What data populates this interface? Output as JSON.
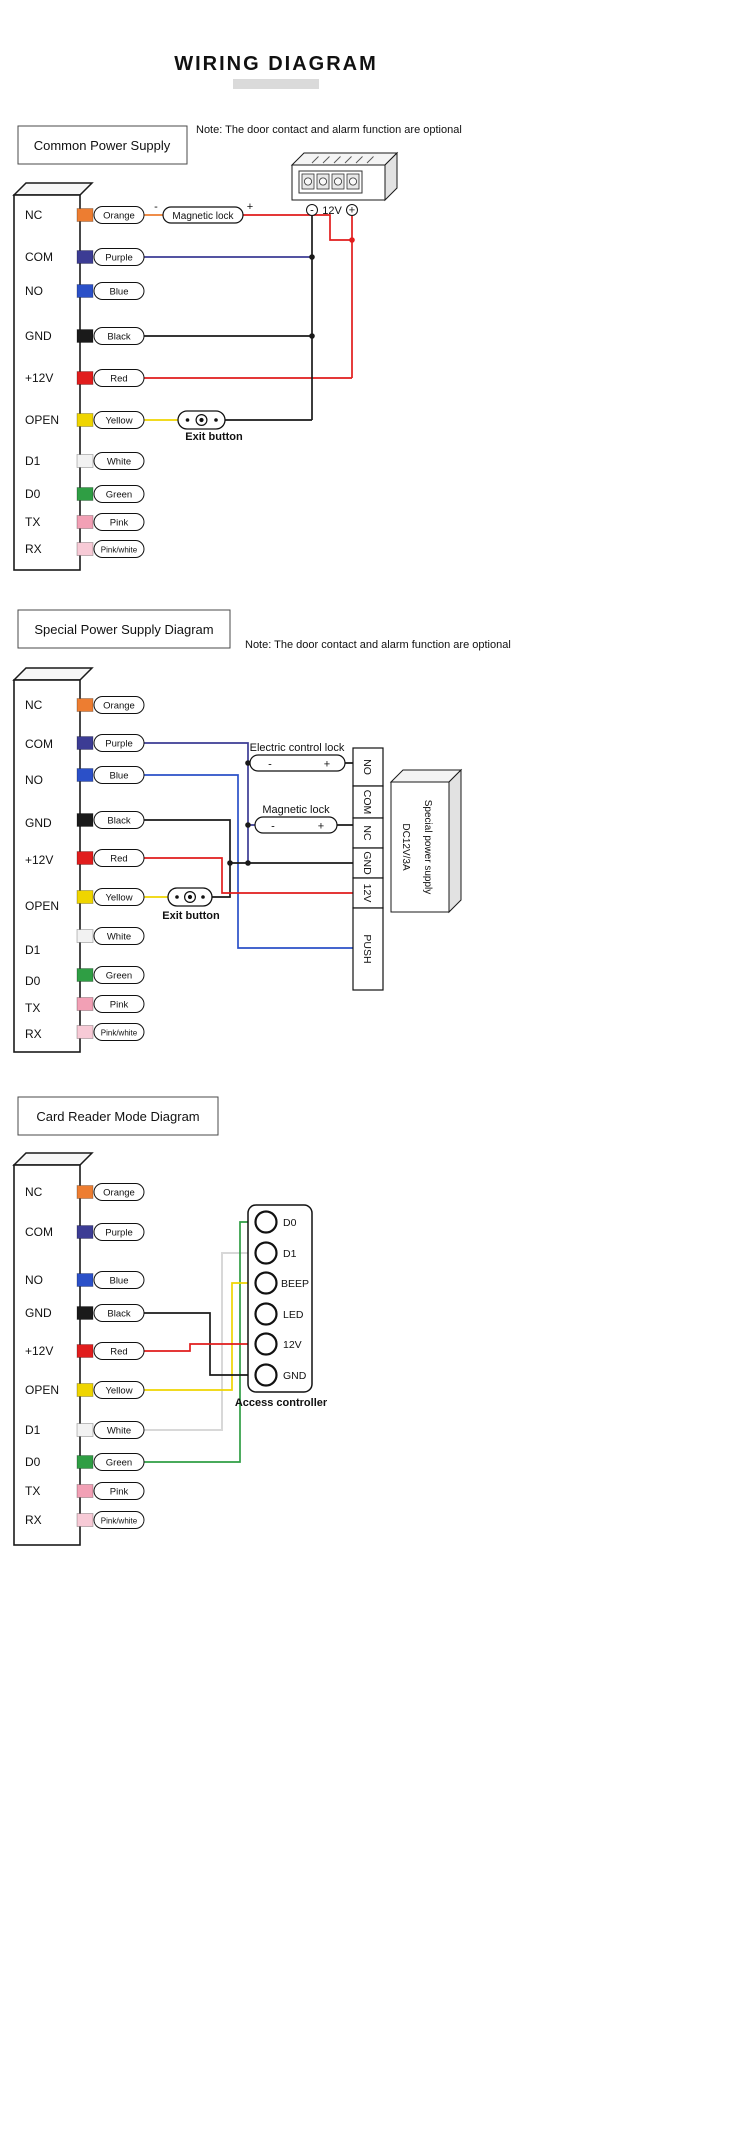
{
  "title": "WIRING DIAGRAM",
  "symbols": {
    "minus": "-",
    "plus": "+"
  },
  "colors": {
    "orange": "#ED7D31",
    "purple": "#3C3C94",
    "blue": "#2B50C8",
    "black": "#1A1A1A",
    "red": "#E11D1D",
    "yellow": "#EFD500",
    "white_swatch": "#F2F2F2",
    "wire_white": "#D8D8D8",
    "green": "#2F9E44",
    "pink": "#F2A0B5",
    "pink_white": "#F7CAD6",
    "underline_bar": "#DADADA"
  },
  "sections": [
    {
      "title": "Common Power Supply",
      "note": "Note: The door contact and alarm function are optional",
      "terminals": [
        {
          "label": "NC",
          "wire": "Orange",
          "color": "#ED7D31"
        },
        {
          "label": "COM",
          "wire": "Purple",
          "color": "#3C3C94"
        },
        {
          "label": "NO",
          "wire": "Blue",
          "color": "#2B50C8"
        },
        {
          "label": "GND",
          "wire": "Black",
          "color": "#1A1A1A"
        },
        {
          "label": "+12V",
          "wire": "Red",
          "color": "#E11D1D"
        },
        {
          "label": "OPEN",
          "wire": "Yellow",
          "color": "#EFD500"
        },
        {
          "label": "D1",
          "wire": "White",
          "color": "#F2F2F2"
        },
        {
          "label": "D0",
          "wire": "Green",
          "color": "#2F9E44"
        },
        {
          "label": "TX",
          "wire": "Pink",
          "color": "#F2A0B5"
        },
        {
          "label": "RX",
          "wire": "Pink/white",
          "color": "#F7CAD6"
        }
      ],
      "devices": {
        "magnetic_lock": "Magnetic lock",
        "exit_button": "Exit button",
        "power_label": "12V"
      }
    },
    {
      "title": "Special Power Supply Diagram",
      "note": "Note: The door contact and alarm function are optional",
      "terminals": [
        {
          "label": "NC",
          "wire": "Orange",
          "color": "#ED7D31"
        },
        {
          "label": "COM",
          "wire": "Purple",
          "color": "#3C3C94"
        },
        {
          "label": "NO",
          "wire": "Blue",
          "color": "#2B50C8"
        },
        {
          "label": "GND",
          "wire": "Black",
          "color": "#1A1A1A"
        },
        {
          "label": "+12V",
          "wire": "Red",
          "color": "#E11D1D"
        },
        {
          "label": "OPEN",
          "wire": "Yellow",
          "color": "#EFD500"
        },
        {
          "label": "D1",
          "wire": "White",
          "color": "#F2F2F2"
        },
        {
          "label": "D0",
          "wire": "Green",
          "color": "#2F9E44"
        },
        {
          "label": "TX",
          "wire": "Pink",
          "color": "#F2A0B5"
        },
        {
          "label": "RX",
          "wire": "Pink/white",
          "color": "#F7CAD6"
        }
      ],
      "devices": {
        "electric_lock": "Electric control lock",
        "magnetic_lock": "Magnetic lock",
        "exit_button": "Exit button",
        "power_terminals": [
          "NO",
          "COM",
          "NC",
          "GND",
          "12V",
          "PUSH"
        ],
        "power_name_1": "DC12V/3A",
        "power_name_2": "Special power supply"
      }
    },
    {
      "title": "Card Reader Mode Diagram",
      "terminals": [
        {
          "label": "NC",
          "wire": "Orange",
          "color": "#ED7D31"
        },
        {
          "label": "COM",
          "wire": "Purple",
          "color": "#3C3C94"
        },
        {
          "label": "NO",
          "wire": "Blue",
          "color": "#2B50C8"
        },
        {
          "label": "GND",
          "wire": "Black",
          "color": "#1A1A1A"
        },
        {
          "label": "+12V",
          "wire": "Red",
          "color": "#E11D1D"
        },
        {
          "label": "OPEN",
          "wire": "Yellow",
          "color": "#EFD500"
        },
        {
          "label": "D1",
          "wire": "White",
          "color": "#F2F2F2"
        },
        {
          "label": "D0",
          "wire": "Green",
          "color": "#2F9E44"
        },
        {
          "label": "TX",
          "wire": "Pink",
          "color": "#F2A0B5"
        },
        {
          "label": "RX",
          "wire": "Pink/white",
          "color": "#F7CAD6"
        }
      ],
      "devices": {
        "controller": "Access controller",
        "controller_terminals": [
          "D0",
          "D1",
          "BEEP",
          "LED",
          "12V",
          "GND"
        ]
      }
    }
  ]
}
